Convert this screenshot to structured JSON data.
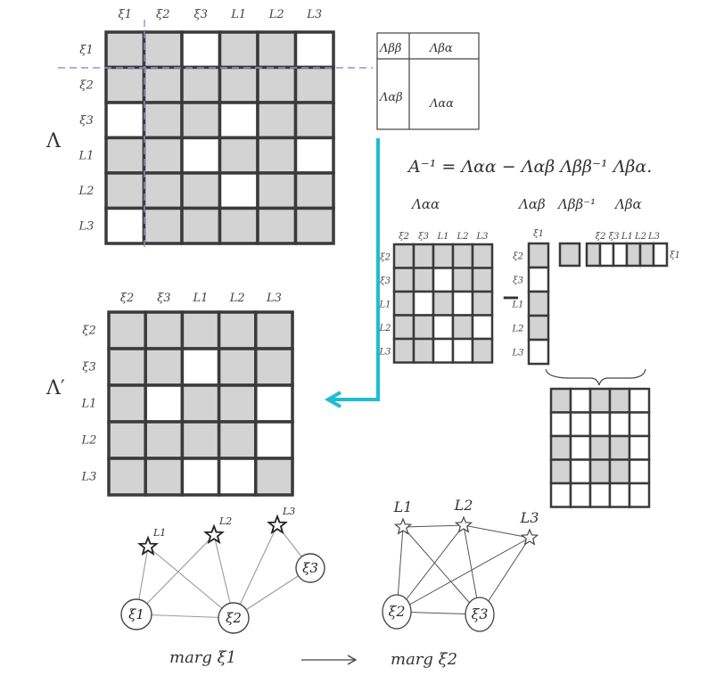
{
  "colors": {
    "filled": "#d3d3d3",
    "empty": "#ffffff",
    "grid": "#3a3a3a",
    "arrow": "#1fbcd3",
    "dashed": "#9a8fd6",
    "ink": "#333333"
  },
  "matrix_full": {
    "symbol": "Λ",
    "cols": [
      "ξ1",
      "ξ2",
      "ξ3",
      "L1",
      "L2",
      "L3"
    ],
    "rows": [
      "ξ1",
      "ξ2",
      "ξ3",
      "L1",
      "L2",
      "L3"
    ],
    "pattern": [
      [
        1,
        1,
        0,
        1,
        1,
        0
      ],
      [
        1,
        1,
        1,
        1,
        1,
        1
      ],
      [
        0,
        1,
        1,
        0,
        1,
        1
      ],
      [
        1,
        1,
        0,
        1,
        1,
        0
      ],
      [
        1,
        1,
        1,
        0,
        1,
        1
      ],
      [
        0,
        1,
        1,
        1,
        1,
        1
      ]
    ]
  },
  "partition": {
    "top_left": "Λββ",
    "top_right": "Λβα",
    "bottom_left": "Λαβ",
    "bottom_right": "Λαα"
  },
  "equation": {
    "main": "A⁻¹ = Λαα − Λαβ Λββ⁻¹ Λβα.",
    "labels": [
      "Λαα",
      "Λαβ",
      "Λββ⁻¹",
      "Λβα"
    ]
  },
  "matrix_aa": {
    "cols": [
      "ξ2",
      "ξ3",
      "L1",
      "L2",
      "L3"
    ],
    "rows": [
      "ξ2",
      "ξ3",
      "L1",
      "L2",
      "L3"
    ],
    "pattern": [
      [
        1,
        1,
        1,
        1,
        1
      ],
      [
        1,
        1,
        0,
        1,
        1
      ],
      [
        1,
        0,
        1,
        0,
        1
      ],
      [
        1,
        1,
        0,
        1,
        0
      ],
      [
        1,
        1,
        0,
        0,
        1
      ]
    ]
  },
  "minus_sign": "−",
  "vec_col": {
    "col": "ξ1",
    "rows": [
      "ξ2",
      "ξ3",
      "L1",
      "L2",
      "L3"
    ],
    "pattern": [
      1,
      0,
      1,
      1,
      0
    ]
  },
  "vec_row": {
    "cols": [
      "ξ2",
      "ξ3",
      "L1",
      "L2",
      "L3"
    ],
    "row": "ξ1",
    "pattern": [
      1,
      0,
      0,
      1,
      1,
      0
    ]
  },
  "outer_product": {
    "pattern": [
      [
        1,
        0,
        1,
        1,
        0
      ],
      [
        0,
        0,
        0,
        0,
        0
      ],
      [
        1,
        0,
        1,
        1,
        0
      ],
      [
        1,
        0,
        1,
        1,
        0
      ],
      [
        0,
        0,
        0,
        0,
        0
      ]
    ]
  },
  "matrix_prime": {
    "symbol": "Λ′",
    "cols": [
      "ξ2",
      "ξ3",
      "L1",
      "L2",
      "L3"
    ],
    "rows": [
      "ξ2",
      "ξ3",
      "L1",
      "L2",
      "L3"
    ],
    "pattern": [
      [
        1,
        1,
        1,
        1,
        1
      ],
      [
        1,
        1,
        0,
        1,
        1
      ],
      [
        1,
        0,
        1,
        1,
        0
      ],
      [
        1,
        1,
        1,
        1,
        0
      ],
      [
        1,
        1,
        0,
        0,
        1
      ]
    ]
  },
  "graph_left": {
    "nodes": [
      {
        "id": "xi1",
        "label": "ξ1",
        "kind": "circle"
      },
      {
        "id": "xi2",
        "label": "ξ2",
        "kind": "circle"
      },
      {
        "id": "xi3",
        "label": "ξ3",
        "kind": "circle"
      },
      {
        "id": "L1",
        "label": "L1",
        "kind": "star"
      },
      {
        "id": "L2",
        "label": "L2",
        "kind": "star"
      },
      {
        "id": "L3",
        "label": "L3",
        "kind": "star"
      }
    ],
    "edges": [
      [
        "xi1",
        "xi2"
      ],
      [
        "xi1",
        "L1"
      ],
      [
        "xi1",
        "L2"
      ],
      [
        "xi2",
        "L1"
      ],
      [
        "xi2",
        "L2"
      ],
      [
        "xi2",
        "L3"
      ],
      [
        "xi2",
        "xi3"
      ],
      [
        "xi3",
        "L3"
      ]
    ],
    "caption": "marg ξ1"
  },
  "graph_right": {
    "nodes": [
      {
        "id": "L1",
        "label": "L1",
        "kind": "star"
      },
      {
        "id": "L2",
        "label": "L2",
        "kind": "star"
      },
      {
        "id": "L3",
        "label": "L3",
        "kind": "star"
      },
      {
        "id": "xi2",
        "label": "ξ2",
        "kind": "ellipse"
      },
      {
        "id": "xi3",
        "label": "ξ3",
        "kind": "ellipse"
      }
    ],
    "edges": [
      [
        "L1",
        "L2"
      ],
      [
        "L1",
        "xi2"
      ],
      [
        "L2",
        "xi2"
      ],
      [
        "L2",
        "xi3"
      ],
      [
        "L3",
        "xi2"
      ],
      [
        "L3",
        "xi3"
      ],
      [
        "L1",
        "xi3"
      ],
      [
        "xi2",
        "xi3"
      ],
      [
        "L2",
        "L3"
      ]
    ],
    "caption": "marg ξ2"
  }
}
